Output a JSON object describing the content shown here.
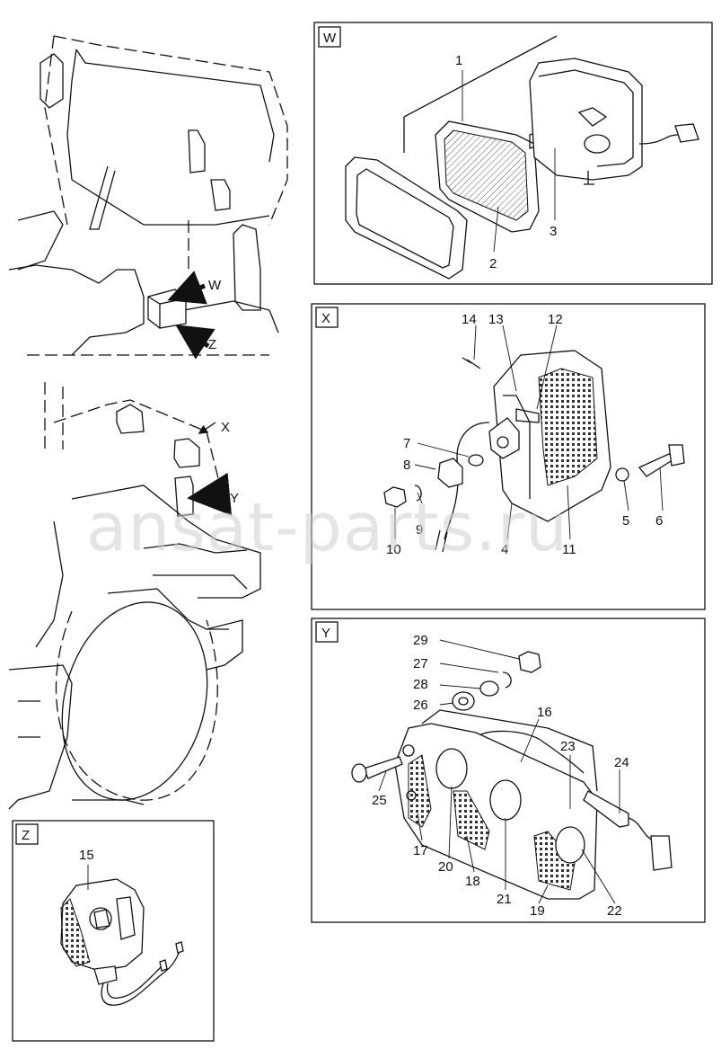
{
  "watermark": "ansat-parts.ru",
  "views": {
    "W": {
      "tag": "W"
    },
    "X": {
      "tag": "X"
    },
    "Y": {
      "tag": "Y"
    },
    "Z": {
      "tag": "Z"
    }
  },
  "overview": {
    "arrow_w": "W",
    "arrow_z": "Z",
    "arrow_x": "X",
    "arrow_y": "Y"
  },
  "parts": {
    "p1": "1",
    "p2": "2",
    "p3": "3",
    "p4": "4",
    "p5": "5",
    "p6": "6",
    "p7": "7",
    "p8": "8",
    "p9": "9",
    "p10": "10",
    "p11": "11",
    "p12": "12",
    "p13": "13",
    "p14": "14",
    "p15": "15",
    "p16": "16",
    "p17": "17",
    "p18": "18",
    "p19": "19",
    "p20": "20",
    "p21": "21",
    "p22": "22",
    "p23": "23",
    "p24": "24",
    "p25": "25",
    "p26": "26",
    "p27": "27",
    "p28": "28",
    "p29": "29"
  }
}
